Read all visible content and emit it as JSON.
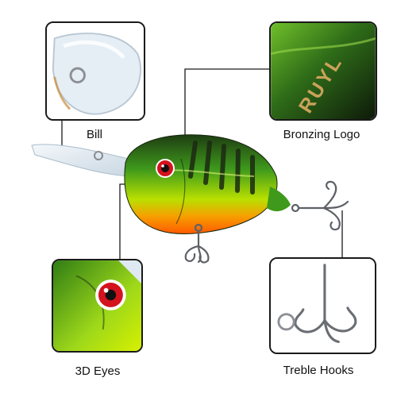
{
  "callouts": {
    "bill": {
      "label": "Bill"
    },
    "logo": {
      "label": "Bronzing Logo",
      "text": "RUYL"
    },
    "eyes": {
      "label": "3D Eyes"
    },
    "hooks": {
      "label": "Treble Hooks"
    }
  },
  "colors": {
    "frame": "#1a1a1a",
    "body_green": "#3f9a1c",
    "body_lime": "#c8e400",
    "belly_orange": "#ff6a00",
    "stripe_dark": "#1b2a12",
    "eye_red": "#d3131d",
    "bill_clear": "#dce8f2",
    "hook_metal": "#6a6e73",
    "logo_bronze": "#c9a25a"
  },
  "icons": [
    "crankbait-lure-image",
    "treble-hook-icon",
    "split-ring-icon"
  ]
}
